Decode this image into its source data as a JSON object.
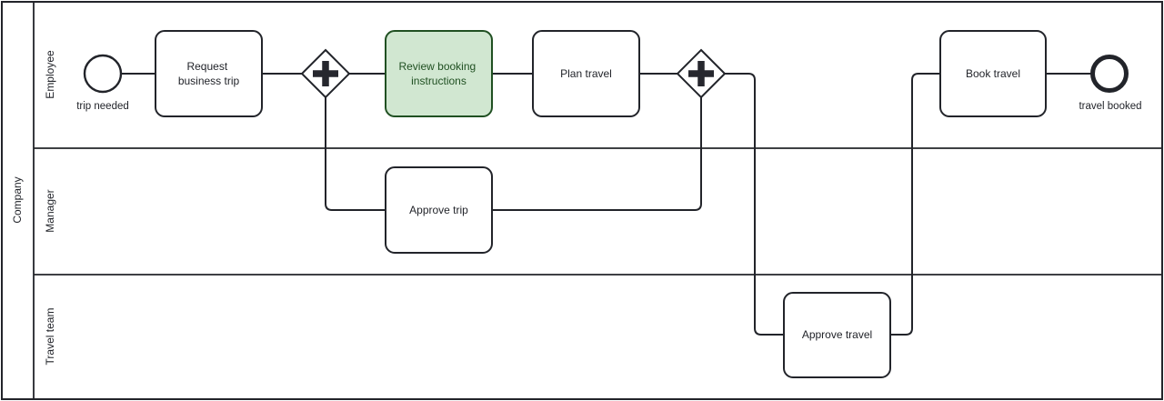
{
  "pool": {
    "label": "Company"
  },
  "lanes": [
    {
      "label": "Employee"
    },
    {
      "label": "Manager"
    },
    {
      "label": "Travel team"
    }
  ],
  "nodes": {
    "start_event": {
      "type": "start-event",
      "label": "trip needed"
    },
    "task_request": {
      "type": "task",
      "label": "Request business trip",
      "lines": [
        "Request",
        "business trip"
      ]
    },
    "gateway_split": {
      "type": "parallel-gateway",
      "icon": "plus-icon"
    },
    "task_review": {
      "type": "task",
      "label": "Review booking instructions",
      "lines": [
        "Review booking",
        "instructions"
      ],
      "highlighted": true
    },
    "task_plan": {
      "type": "task",
      "label": "Plan travel",
      "lines": [
        "Plan travel"
      ]
    },
    "gateway_join": {
      "type": "parallel-gateway",
      "icon": "plus-icon"
    },
    "task_approve_trip": {
      "type": "task",
      "label": "Approve trip",
      "lines": [
        "Approve trip"
      ]
    },
    "task_approve_travel": {
      "type": "task",
      "label": "Approve travel",
      "lines": [
        "Approve travel"
      ]
    },
    "task_book": {
      "type": "task",
      "label": "Book travel",
      "lines": [
        "Book travel"
      ]
    },
    "end_event": {
      "type": "end-event",
      "label": "travel booked"
    }
  },
  "flows": [
    {
      "from": "start_event",
      "to": "task_request"
    },
    {
      "from": "task_request",
      "to": "gateway_split"
    },
    {
      "from": "gateway_split",
      "to": "task_review"
    },
    {
      "from": "task_review",
      "to": "task_plan"
    },
    {
      "from": "task_plan",
      "to": "gateway_join"
    },
    {
      "from": "gateway_split",
      "to": "task_approve_trip"
    },
    {
      "from": "task_approve_trip",
      "to": "gateway_join"
    },
    {
      "from": "gateway_join",
      "to": "task_approve_travel"
    },
    {
      "from": "task_approve_travel",
      "to": "task_book"
    },
    {
      "from": "task_book",
      "to": "end_event"
    }
  ],
  "colors": {
    "stroke": "#22242a",
    "shape_fill": "#ffffff",
    "highlight_fill": "#d1e7d1",
    "highlight_stroke": "#205022",
    "highlight_text": "#205022",
    "background": "#ffffff"
  }
}
